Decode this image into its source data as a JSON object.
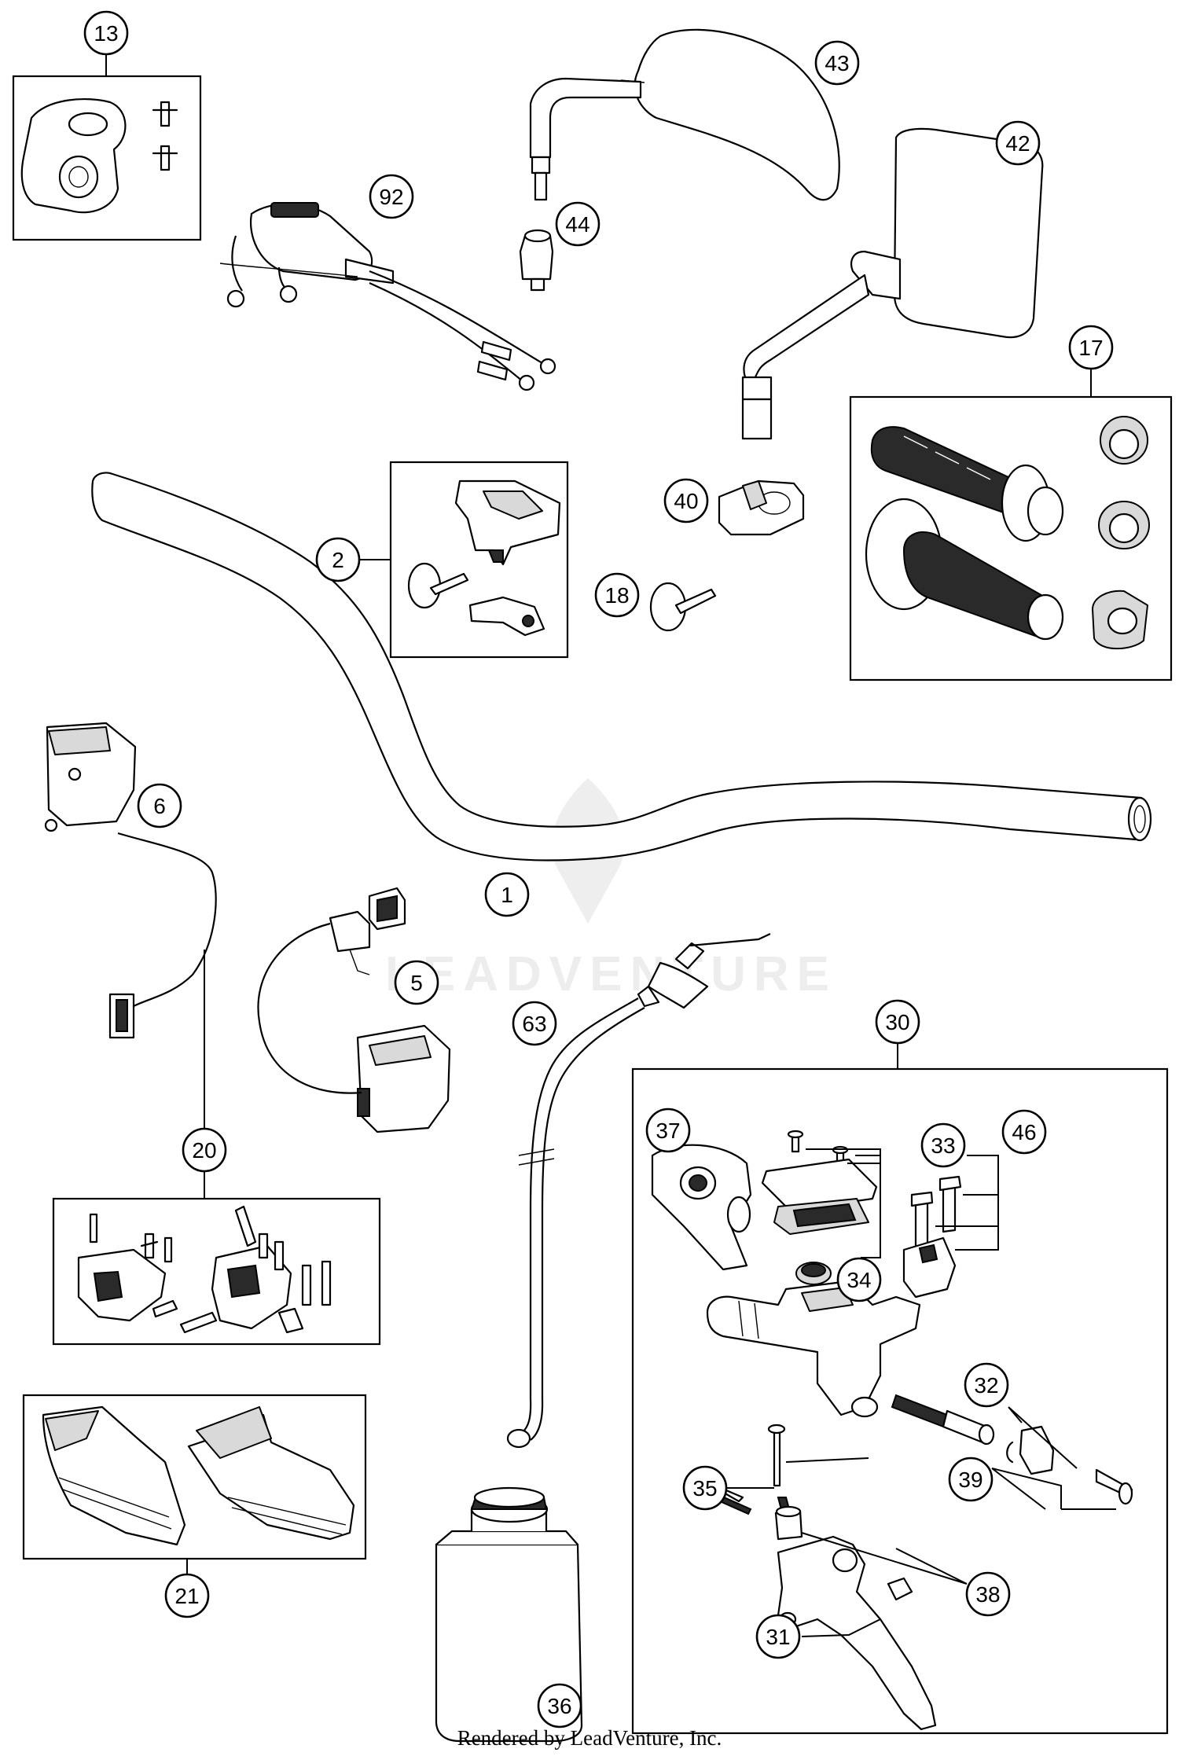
{
  "callouts": [
    {
      "label": "13"
    },
    {
      "label": "92"
    },
    {
      "label": "43"
    },
    {
      "label": "44"
    },
    {
      "label": "42"
    },
    {
      "label": "17"
    },
    {
      "label": "40"
    },
    {
      "label": "2"
    },
    {
      "label": "18"
    },
    {
      "label": "6"
    },
    {
      "label": "1"
    },
    {
      "label": "5"
    },
    {
      "label": "63"
    },
    {
      "label": "30"
    },
    {
      "label": "33"
    },
    {
      "label": "46"
    },
    {
      "label": "37"
    },
    {
      "label": "34"
    },
    {
      "label": "20"
    },
    {
      "label": "32"
    },
    {
      "label": "35"
    },
    {
      "label": "39"
    },
    {
      "label": "21"
    },
    {
      "label": "38"
    },
    {
      "label": "31"
    },
    {
      "label": "36"
    }
  ],
  "watermark": "LEADVENTURE",
  "footer": "Rendered by LeadVenture, Inc."
}
